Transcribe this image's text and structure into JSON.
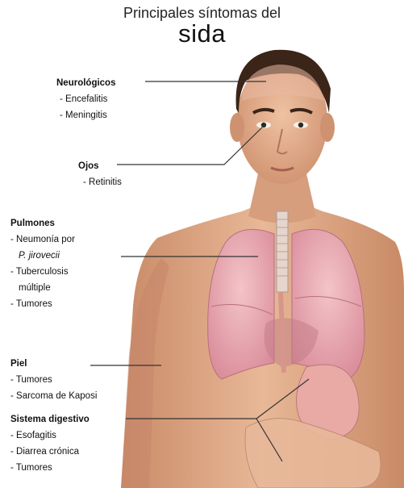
{
  "title": {
    "line1": "Principales síntomas del",
    "line2": "sida"
  },
  "groups": {
    "neuro": {
      "heading": "Neurológicos",
      "items": [
        "- Encefalitis",
        "- Meningitis"
      ]
    },
    "ojos": {
      "heading": "Ojos",
      "items": [
        "- Retinitis"
      ]
    },
    "pulmones": {
      "heading": "Pulmones",
      "items": [
        "- Neumonía por",
        "P. jirovecii",
        "- Tuberculosis",
        "múltiple",
        "- Tumores"
      ]
    },
    "piel": {
      "heading": "Piel",
      "items": [
        "- Tumores",
        "- Sarcoma de Kaposi"
      ]
    },
    "digestivo": {
      "heading": "Sistema digestivo",
      "items": [
        "- Esofagitis",
        "- Diarrea crónica",
        "- Tumores"
      ]
    }
  },
  "colors": {
    "skin": "#e2b08e",
    "hair": "#3b2418",
    "lung": "#e6a8b0",
    "leader_line": "#333333"
  }
}
